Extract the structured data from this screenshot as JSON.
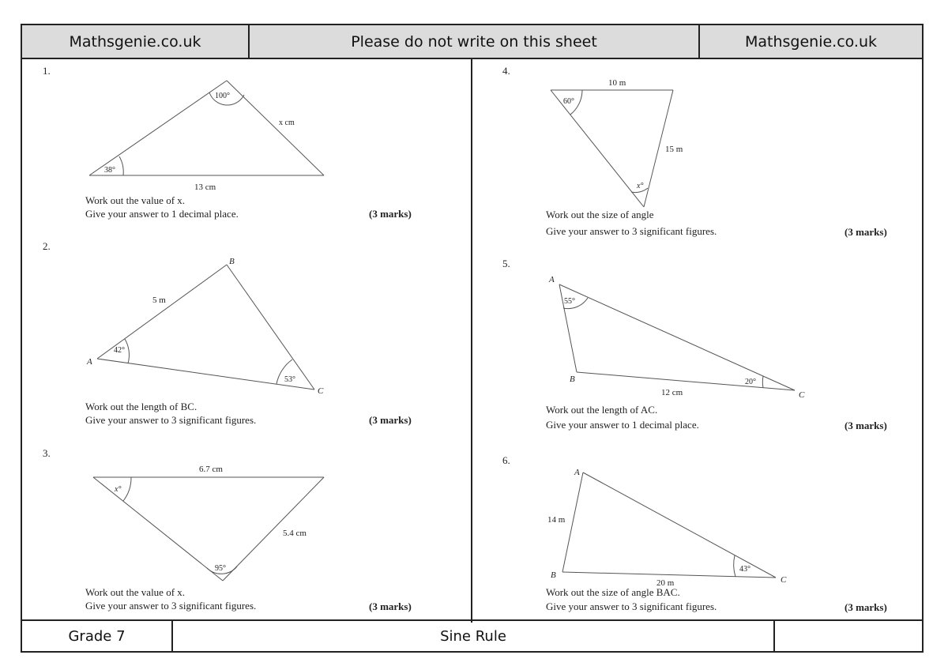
{
  "header": {
    "left": "Mathsgenie.co.uk",
    "center": "Please do not write on this sheet",
    "right": "Mathsgenie.co.uk"
  },
  "footer": {
    "grade": "Grade 7",
    "title": "Sine Rule",
    "right": ""
  },
  "questions": [
    {
      "number": "1.",
      "line1": "Work out the value of x.",
      "line2": "Give your answer to 1 decimal place.",
      "marks": "(3 marks)",
      "labels": {
        "top_angle": "100°",
        "side": "x cm",
        "left_angle": "38°",
        "base": "13 cm"
      }
    },
    {
      "number": "2.",
      "line1": "Work out the length of BC.",
      "line2": "Give your answer to 3 significant figures.",
      "marks": "(3 marks)",
      "labels": {
        "B": "B",
        "A": "A",
        "C": "C",
        "side_ab": "5 m",
        "angle_a": "42°",
        "angle_c": "53°"
      }
    },
    {
      "number": "3.",
      "line1": "Work out the value of x.",
      "line2": "Give your answer to 3 significant figures.",
      "marks": "(3 marks)",
      "labels": {
        "top": "6.7 cm",
        "angle_x": "x°",
        "side": "5.4 cm",
        "angle_bottom": "95°"
      }
    },
    {
      "number": "4.",
      "line1": "Work out the size of angle",
      "line2": "Give your answer to 3 significant figures.",
      "marks": "(3 marks)",
      "labels": {
        "top": "10 m",
        "angle_left": "60°",
        "side": "15 m",
        "angle_x": "x°"
      }
    },
    {
      "number": "5.",
      "line1": "Work out the length of AC.",
      "line2": "Give your answer to 1 decimal place.",
      "marks": "(3 marks)",
      "labels": {
        "A": "A",
        "B": "B",
        "C": "C",
        "angle_a": "55°",
        "angle_c": "20°",
        "base": "12 cm"
      }
    },
    {
      "number": "6.",
      "line1": "Work out the size of angle BAC.",
      "line2": "Give your answer to 3 significant figures.",
      "marks": "(3 marks)",
      "labels": {
        "A": "A",
        "B": "B",
        "C": "C",
        "side_ab": "14 m",
        "angle_c": "43°",
        "base": "20 m"
      }
    }
  ]
}
